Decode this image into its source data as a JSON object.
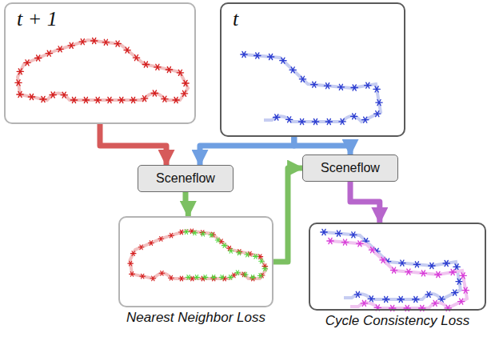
{
  "diagram": {
    "nodes": [
      {
        "text": [
          "t + 1"
        ]
      },
      {
        "text": [
          "t"
        ]
      },
      {
        "text": [
          "Sceneflow"
        ]
      },
      {
        "text": [
          "Sceneflow"
        ]
      },
      {
        "text": [
          "Nearest Neighbor Loss"
        ]
      },
      {
        "text": [
          "Cycle Consistency Loss"
        ]
      }
    ],
    "edges": [
      {
        "from": 0,
        "to": 2,
        "arrow": "to"
      },
      {
        "from": 1,
        "to": 2,
        "arrow": "to"
      },
      {
        "from": 1,
        "to": 3,
        "arrow": "to"
      },
      {
        "from": 2,
        "to": 4,
        "arrow": "to"
      },
      {
        "from": 4,
        "to": 3,
        "arrow": "to"
      },
      {
        "from": 3,
        "to": 5,
        "arrow": "to"
      }
    ]
  }
}
